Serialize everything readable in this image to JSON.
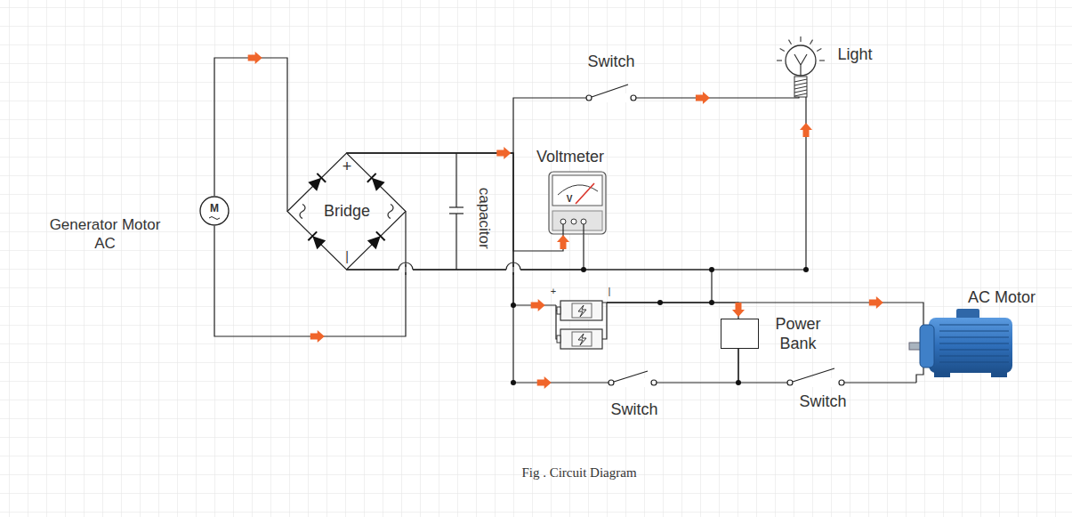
{
  "diagram": {
    "caption": "Fig . Circuit Diagram",
    "nodes": [
      {
        "text": [
          "Generator Motor AC",
          "M"
        ]
      },
      {
        "text": [
          "+",
          "Bridge",
          "|"
        ]
      },
      {
        "text": [
          "Voltmeter",
          "V"
        ]
      },
      {
        "text": [
          "Light"
        ]
      },
      {
        "text": [
          "+",
          "|"
        ]
      },
      {
        "text": [
          "Power Bank"
        ]
      },
      {
        "text": [
          "AC Motor"
        ]
      }
    ],
    "edges": [
      {
        "from": 0,
        "to": 1,
        "arrow": "to"
      },
      {
        "from": 0,
        "to": 1,
        "arrow": "to"
      },
      {
        "from": 1,
        "to": 3,
        "arrow": "to"
      },
      {
        "from": 1,
        "to": 3,
        "arrow": "to"
      },
      {
        "from": 2,
        "to": 1,
        "arrow": "none"
      },
      {
        "from": 1,
        "to": 2,
        "arrow": "to"
      },
      {
        "from": 1,
        "to": 4,
        "arrow": "to"
      },
      {
        "from": 1,
        "to": 5,
        "arrow": "to"
      },
      {
        "from": 4,
        "to": 6,
        "arrow": "to"
      },
      {
        "from": 4,
        "to": 5,
        "arrow": "to"
      },
      {
        "from": 5,
        "to": 6,
        "arrow": "none"
      },
      {
        "from": 4,
        "to": 1,
        "arrow": "none"
      }
    ],
    "labels": [
      "Switch",
      "capacitor",
      "Switch",
      "Switch"
    ]
  }
}
